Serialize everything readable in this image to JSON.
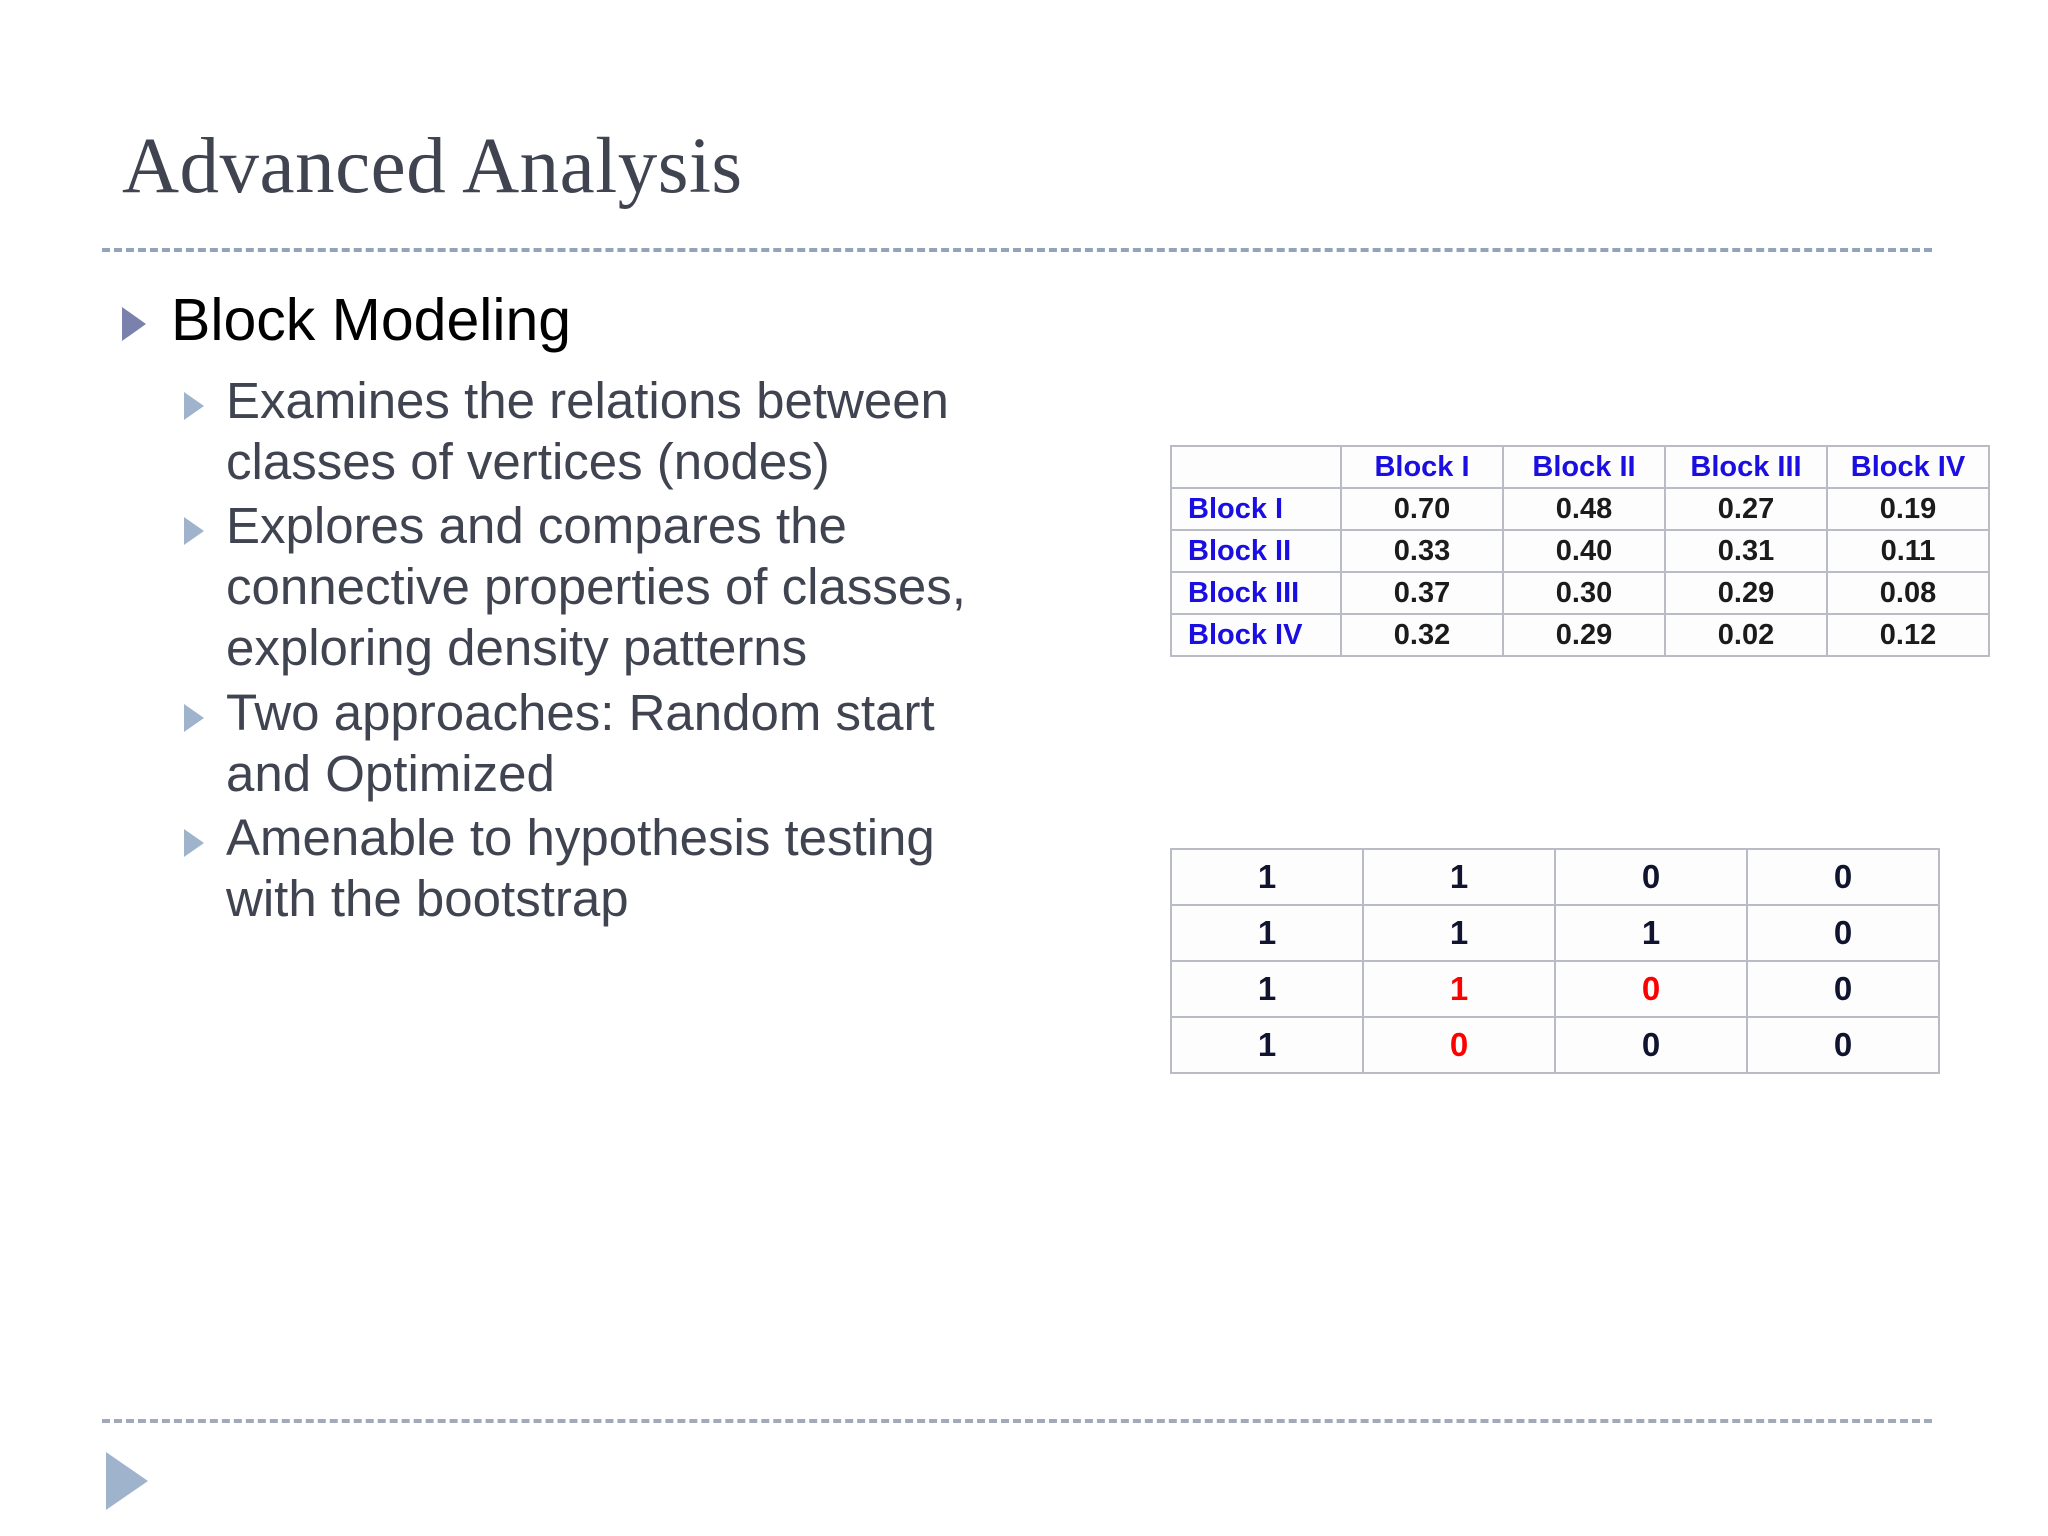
{
  "slide": {
    "title": "Advanced Analysis",
    "bullets": [
      {
        "level": 1,
        "text": "Block Modeling",
        "bullet_icon": "triangle-right-icon",
        "bullet_color": "#7a81ad"
      },
      {
        "level": 2,
        "text": "Examines the relations between classes of vertices (nodes)",
        "bullet_icon": "triangle-right-icon",
        "bullet_color": "#9fb4cc"
      },
      {
        "level": 2,
        "text": "Explores and compares the connective properties of classes, exploring density patterns",
        "bullet_icon": "triangle-right-icon",
        "bullet_color": "#9fb4cc"
      },
      {
        "level": 2,
        "text": "Two approaches: Random start and Optimized",
        "bullet_icon": "triangle-right-icon",
        "bullet_color": "#9fb4cc"
      },
      {
        "level": 2,
        "text": "Amenable to hypothesis testing with the bootstrap",
        "bullet_icon": "triangle-right-icon",
        "bullet_color": "#9fb4cc"
      }
    ]
  },
  "colors": {
    "title_text": "#3f4450",
    "body_text": "#3f4450",
    "level1_text": "#000000",
    "rule": "#93a3bb",
    "table_header_blue": "#1a0fe0",
    "table_value_black": "#1b1b1b",
    "highlight_red": "#ff0000",
    "table_border": "#b9bcc4"
  },
  "chart_data": [
    {
      "type": "table",
      "name": "density-matrix",
      "title": "",
      "corner_label": "",
      "columns": [
        "Block I",
        "Block II",
        "Block III",
        "Block IV"
      ],
      "rows": [
        "Block I",
        "Block II",
        "Block III",
        "Block IV"
      ],
      "values": [
        [
          "0.70",
          "0.48",
          "0.27",
          "0.19"
        ],
        [
          "0.33",
          "0.40",
          "0.31",
          "0.11"
        ],
        [
          "0.37",
          "0.30",
          "0.29",
          "0.08"
        ],
        [
          "0.32",
          "0.29",
          "0.02",
          "0.12"
        ]
      ]
    },
    {
      "type": "table",
      "name": "binary-image-matrix",
      "title": "",
      "columns": [
        "",
        "",
        "",
        ""
      ],
      "rows": [
        "",
        "",
        "",
        ""
      ],
      "values": [
        [
          "1",
          "1",
          "0",
          "0"
        ],
        [
          "1",
          "1",
          "1",
          "0"
        ],
        [
          "1",
          "1",
          "0",
          "0"
        ],
        [
          "1",
          "0",
          "0",
          "0"
        ]
      ],
      "cell_colors": [
        [
          "#10142e",
          "#10142e",
          "#10142e",
          "#10142e"
        ],
        [
          "#10142e",
          "#10142e",
          "#10142e",
          "#10142e"
        ],
        [
          "#10142e",
          "#ff0000",
          "#ff0000",
          "#10142e"
        ],
        [
          "#10142e",
          "#ff0000",
          "#10142e",
          "#10142e"
        ]
      ]
    }
  ]
}
